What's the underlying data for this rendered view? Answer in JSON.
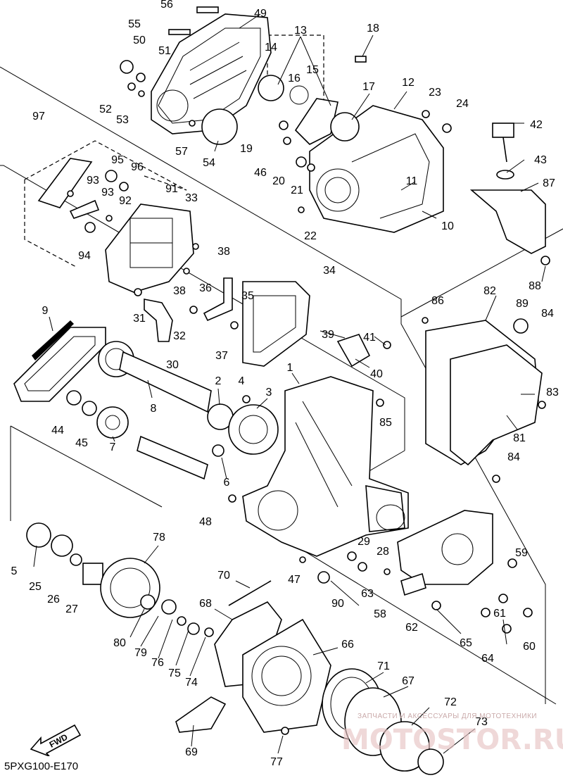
{
  "diagram_code": "5PXG100-E170",
  "watermark": {
    "line1": "ЗАПЧАСТИ И АКСЕССУАРЫ ДЛЯ МОТОТЕХНИКИ",
    "line2": "MOTOSTOR.RU"
  },
  "fwd_label": "FWD",
  "labels": [
    "1",
    "2",
    "3",
    "4",
    "5",
    "6",
    "7",
    "8",
    "9",
    "10",
    "11",
    "12",
    "13",
    "14",
    "15",
    "16",
    "17",
    "18",
    "19",
    "20",
    "21",
    "22",
    "23",
    "24",
    "25",
    "26",
    "27",
    "28",
    "29",
    "30",
    "31",
    "32",
    "33",
    "34",
    "35",
    "36",
    "37",
    "38",
    "38",
    "39",
    "40",
    "41",
    "42",
    "43",
    "44",
    "45",
    "46",
    "47",
    "48",
    "49",
    "50",
    "51",
    "52",
    "53",
    "54",
    "55",
    "56",
    "57",
    "58",
    "59",
    "60",
    "61",
    "62",
    "63",
    "64",
    "65",
    "66",
    "67",
    "68",
    "69",
    "70",
    "71",
    "72",
    "73",
    "74",
    "75",
    "76",
    "77",
    "78",
    "79",
    "80",
    "81",
    "82",
    "83",
    "84",
    "84",
    "85",
    "86",
    "87",
    "88",
    "89",
    "90",
    "91",
    "92",
    "93",
    "93",
    "94",
    "95",
    "96",
    "97"
  ]
}
